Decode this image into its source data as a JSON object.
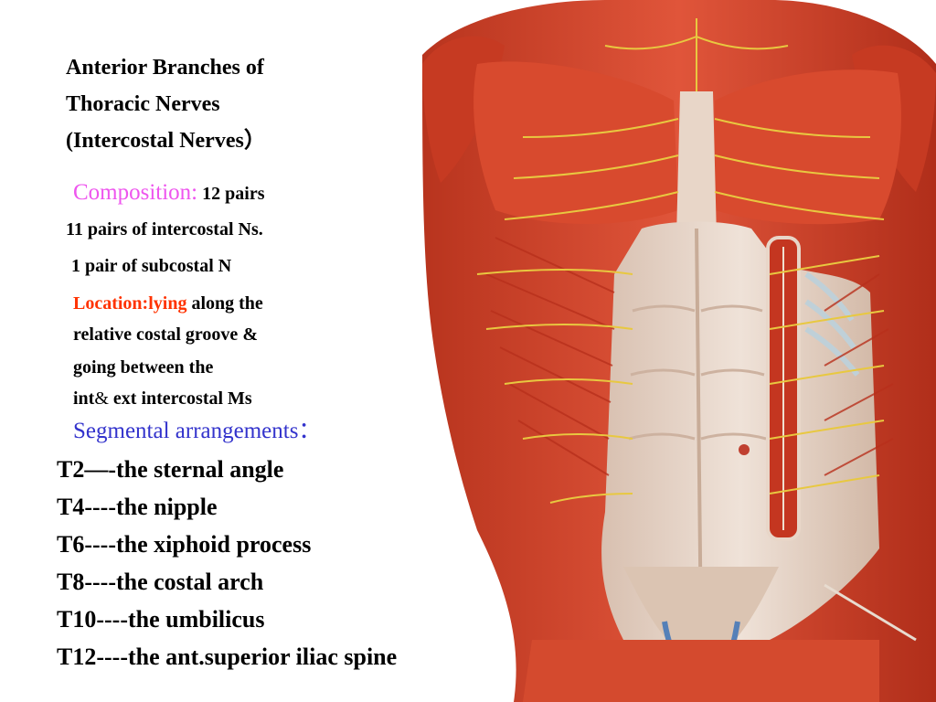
{
  "title": {
    "line1": "Anterior Branches of",
    "line2": "Thoracic Nerves",
    "line3": "(Intercostal Nerves）"
  },
  "composition": {
    "label": "Composition:",
    "value": " 12 pairs",
    "line1": "11 pairs of intercostal Ns.",
    "line2": "1 pair of subcostal N"
  },
  "location": {
    "label": "Location:lying",
    "text1": " along the",
    "text2": "relative costal groove &",
    "text3": " going between the",
    "text4": " int",
    "amp": "&",
    "text5": "  ext intercostal Ms"
  },
  "segmental": {
    "label": "Segmental arrangements：",
    "items": [
      "T2—-the sternal angle",
      "T4----the nipple",
      "T6----the xiphoid process",
      "T8----the costal arch",
      "T10----the umbilicus",
      "T12----the ant.superior iliac spine"
    ]
  },
  "colors": {
    "composition_label": "#ee55ee",
    "location_label": "#ff3300",
    "segmental_label": "#3333cc",
    "muscle": "#d8442a",
    "nerve": "#e8c840"
  },
  "figure": {
    "subject": "anatomical illustration of the anterior trunk wall muscles with intercostal nerves"
  }
}
